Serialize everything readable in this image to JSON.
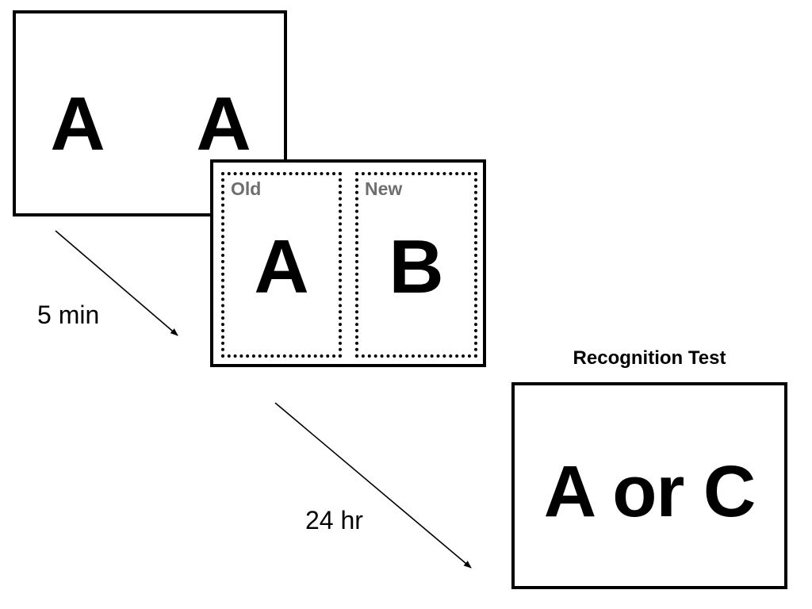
{
  "study_panel": {
    "left_letter": "A",
    "right_letter": "A"
  },
  "choice_panel": {
    "old_label": "Old",
    "old_letter": "A",
    "new_label": "New",
    "new_letter": "B"
  },
  "delays": {
    "first": "5 min",
    "second": "24 hr"
  },
  "test_panel": {
    "title": "Recognition Test",
    "text": "A or C"
  },
  "colors": {
    "stroke": "#000000",
    "label_gray": "#6e6e6e",
    "background": "#ffffff"
  }
}
